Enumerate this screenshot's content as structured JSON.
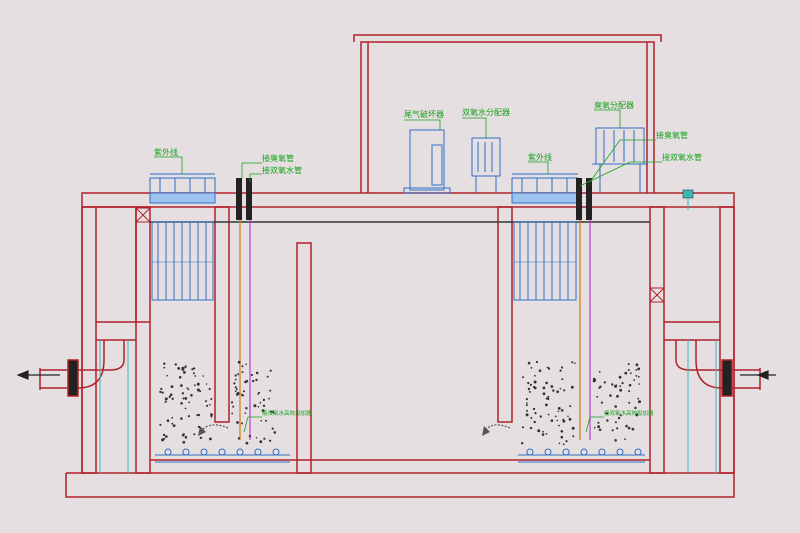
{
  "labels": {
    "uv_left": "紫外线",
    "ozone_pipe_left": "接臭氧管",
    "h2o2_pipe_left": "接双氧水管",
    "tail_gas_destroyer": "尾气破坏器",
    "h2o2_distributor": "双氧水分配器",
    "ozone_distributor": "臭氧分配器",
    "ozone_pipe_right": "接臭氧管",
    "uv_right": "紫外线",
    "h2o2_pipe_right": "接双氧水管",
    "inject_left": "接双氧水高效投加器",
    "inject_right": "接双氧水高效投加器"
  },
  "colors": {
    "wall": "#b3202a",
    "uv": "#2f6fc7",
    "label": "#18a11b",
    "ozone_pipe": "#d47a12",
    "h2o2_pipe": "#c23ad4",
    "pipe_cyan": "#3bb8b8",
    "background": "#e5dfe2"
  },
  "icons": {
    "flow_out_arrow": "arrow-left-icon",
    "flow_in_arrow": "arrow-left-icon",
    "swirl": "swirl-arrow-icon"
  }
}
